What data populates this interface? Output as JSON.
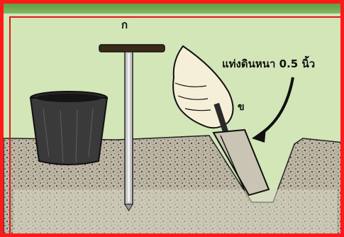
{
  "labels": {
    "tool_a": "ก",
    "tool_b": "ข",
    "annotation": "แท่งดินหนา 0.5 นิ้ว"
  },
  "colors": {
    "border": "#ff1a1a",
    "background": "#d2e6b8",
    "soil": "#b9b3a2",
    "ink": "#111111"
  },
  "icons": [
    "bucket-icon",
    "t-handle-soil-probe-icon",
    "hand-with-trowel-icon",
    "curved-arrow-icon"
  ]
}
